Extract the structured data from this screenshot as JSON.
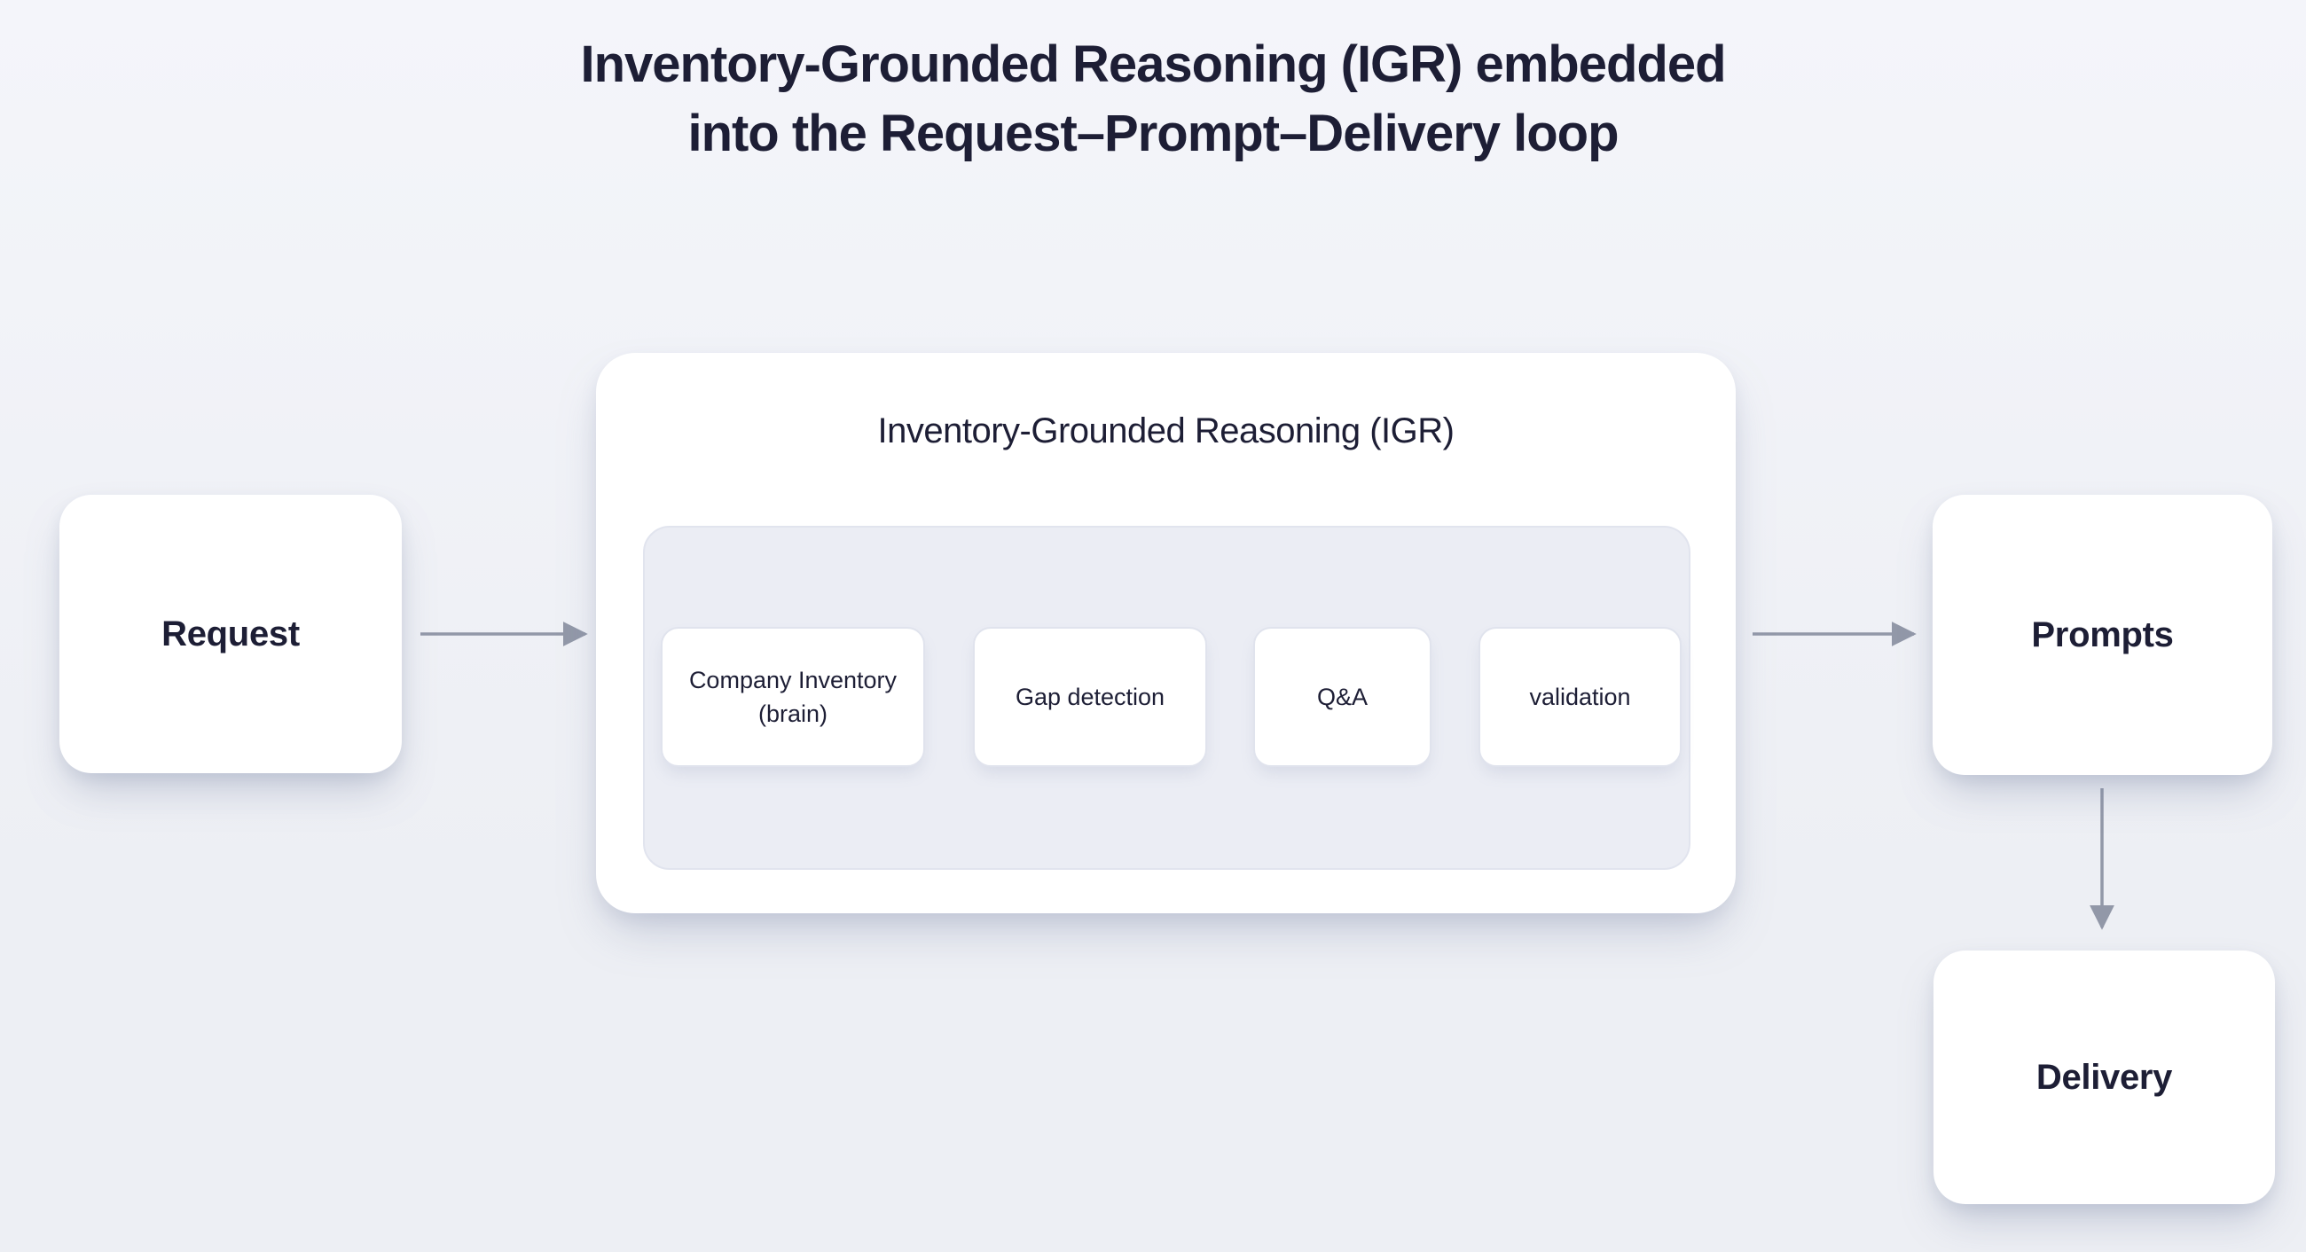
{
  "title": {
    "line1": "Inventory-Grounded Reasoning (IGR) embedded",
    "line2": "into the Request–Prompt–Delivery loop"
  },
  "flow": {
    "request": {
      "label": "Request"
    },
    "igr": {
      "title": "Inventory-Grounded Reasoning (IGR)",
      "steps": [
        {
          "label": "Company Inventory (brain)"
        },
        {
          "label": "Gap detection"
        },
        {
          "label": "Q&A"
        },
        {
          "label": "validation"
        }
      ]
    },
    "prompts": {
      "label": "Prompts"
    },
    "delivery": {
      "label": "Delivery"
    }
  },
  "colors": {
    "background_top": "#f4f5fa",
    "background_bottom": "#edeff4",
    "card": "#ffffff",
    "panel": "#ebedf4",
    "panel_border": "#e1e4ee",
    "step_border": "#e0e3ed",
    "text": "#1d1e35",
    "arrow": "#9298a8"
  }
}
